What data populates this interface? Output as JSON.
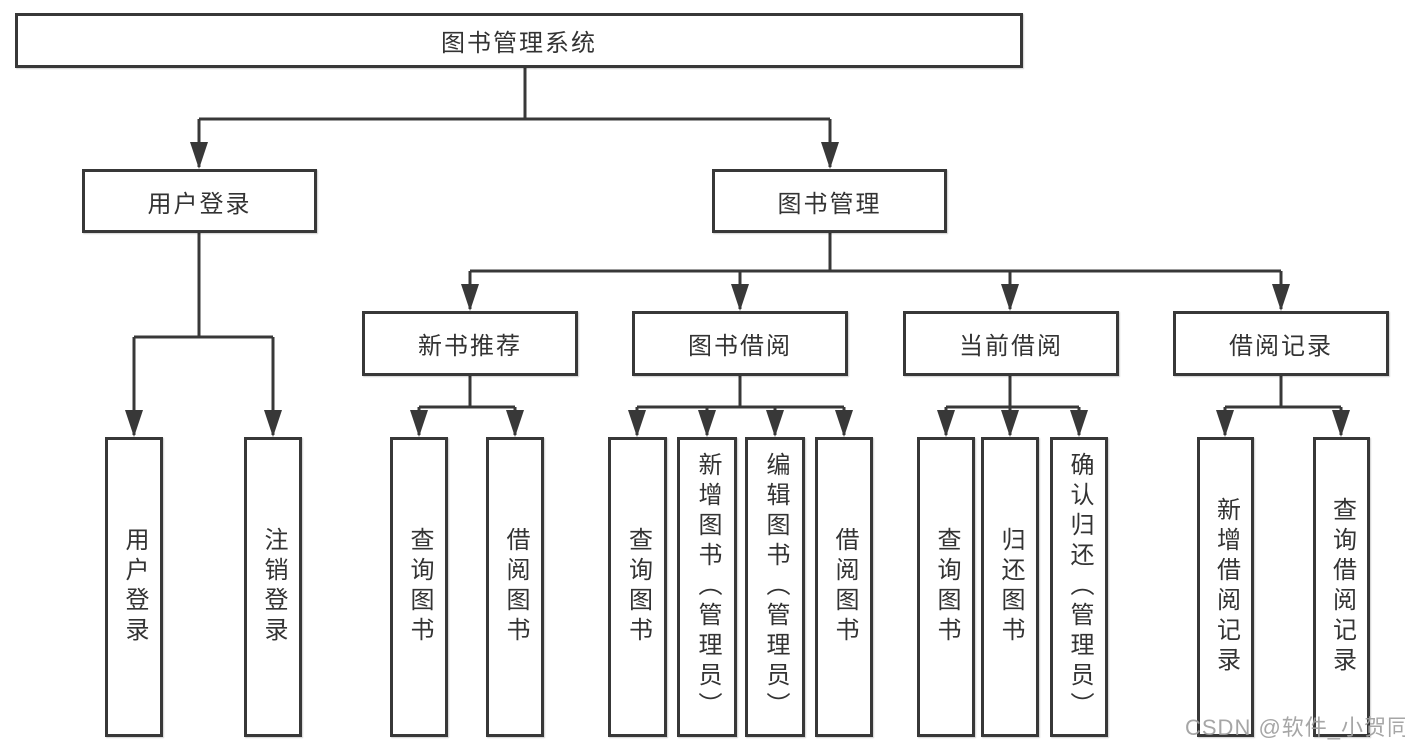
{
  "tree": {
    "root": {
      "label": "图书管理系统",
      "children": [
        {
          "label": "用户登录",
          "children": [
            {
              "label": "用户登录"
            },
            {
              "label": "注销登录"
            }
          ]
        },
        {
          "label": "图书管理",
          "children": [
            {
              "label": "新书推荐",
              "children": [
                {
                  "label": "查询图书"
                },
                {
                  "label": "借阅图书"
                }
              ]
            },
            {
              "label": "图书借阅",
              "children": [
                {
                  "label": "查询图书"
                },
                {
                  "label": "新增图书（管理员）"
                },
                {
                  "label": "编辑图书（管理员）"
                },
                {
                  "label": "借阅图书"
                }
              ]
            },
            {
              "label": "当前借阅",
              "children": [
                {
                  "label": "查询图书"
                },
                {
                  "label": "归还图书"
                },
                {
                  "label": "确认归还（管理员）"
                }
              ]
            },
            {
              "label": "借阅记录",
              "children": [
                {
                  "label": "新增借阅记录"
                },
                {
                  "label": "查询借阅记录"
                }
              ]
            }
          ]
        }
      ]
    }
  },
  "watermark": {
    "text": "CSDN @软件_小贺同学"
  },
  "colors": {
    "line": "#383838",
    "box_border": "#383838",
    "box_fill": "#ffffff",
    "text": "#333333",
    "background": "#ffffff",
    "watermark": "#9e9e9e"
  }
}
